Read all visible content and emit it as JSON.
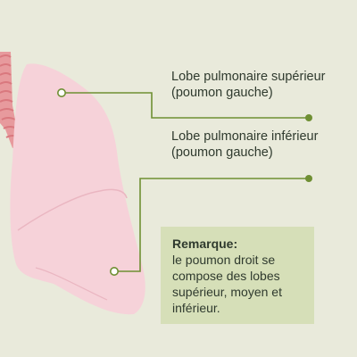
{
  "labels": {
    "superior": "Lobe pulmonaire supérieur (poumon gauche)",
    "inferior": "Lobe pulmonaire inférieur (poumon gauche)"
  },
  "note": {
    "title": "Remarque:",
    "text": "le poumon droit se compose des lobes supérieur, moyen et inférieur."
  },
  "colors": {
    "background": "#e9eadb",
    "lung_fill": "#f6d2d9",
    "lung_lobe_line": "#eab6c1",
    "trachea": "#e79a9d",
    "trachea_ring": "#d9787e",
    "pointer_line": "#6f8f33",
    "note_background": "#d6dfb8"
  }
}
